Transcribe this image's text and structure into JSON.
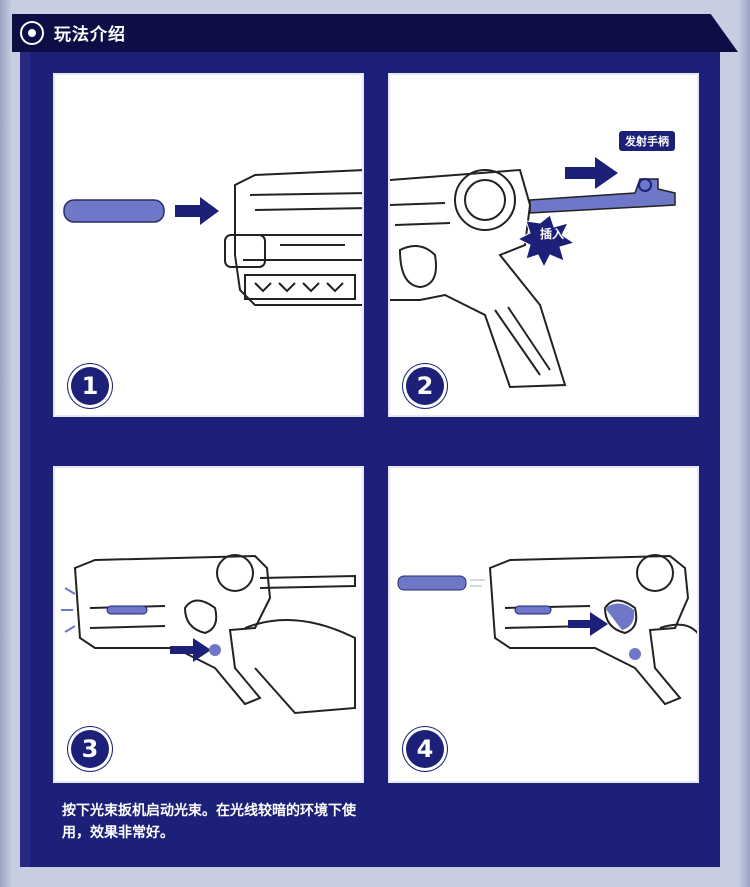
{
  "header": {
    "title": "玩法介绍"
  },
  "steps": [
    {
      "number": "1"
    },
    {
      "number": "2",
      "tag": "发射手柄",
      "burst": "插入"
    },
    {
      "number": "3"
    },
    {
      "number": "4"
    }
  ],
  "caption": "按下光束扳机启动光束。在光线较暗的环境下使用，效果非常好。",
  "colors": {
    "navy": "#1c2078",
    "header": "#0d0e45",
    "accent": "#6f78c8"
  }
}
